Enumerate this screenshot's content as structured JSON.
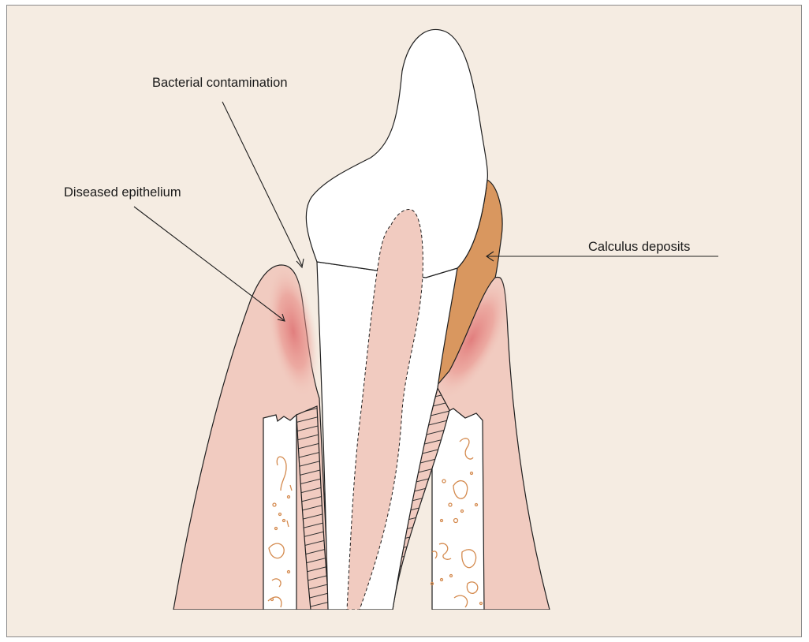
{
  "labels": {
    "bacterial": "Bacterial contamination",
    "epithelium": "Diseased epithelium",
    "calculus": "Calculus deposits"
  },
  "colors": {
    "background": "#f5ece2",
    "gum": "#f1cbc0",
    "inflammation": "#e08080",
    "calculus": "#d9975f",
    "bone_marks": "#d48a4e",
    "tooth": "#ffffff",
    "outline": "#1f1f1f"
  }
}
